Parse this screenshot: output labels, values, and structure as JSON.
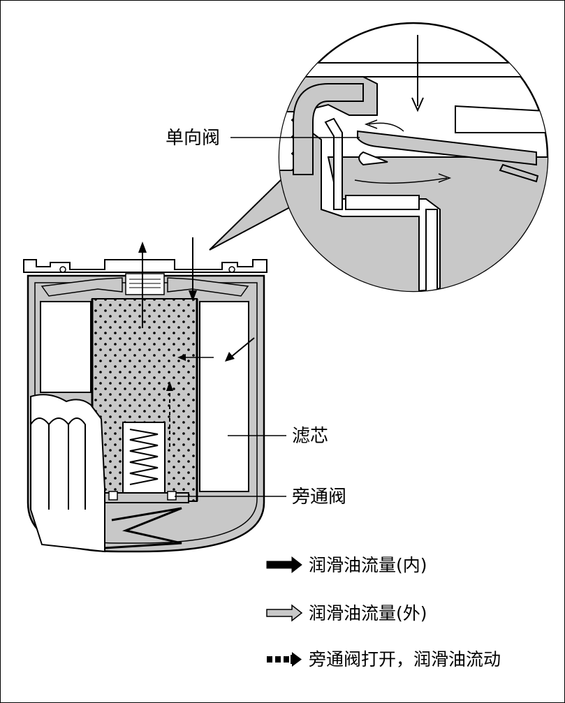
{
  "labels": {
    "check_valve": "单向阀",
    "filter_element": "滤芯",
    "bypass_valve": "旁通阀"
  },
  "legend": [
    {
      "text": "润滑油流量(内)",
      "style": "solid-black"
    },
    {
      "text": "润滑油流量(外)",
      "style": "hollow"
    },
    {
      "text": "旁通阀打开，润滑油流动",
      "style": "dashed"
    }
  ],
  "colors": {
    "fill_gray": "#c8c8c8",
    "line": "#000000"
  }
}
